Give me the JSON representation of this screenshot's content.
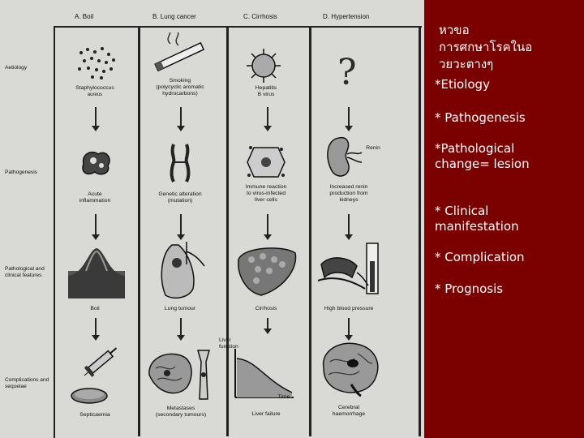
{
  "figure": {
    "columns": [
      "A. Boil",
      "B. Lung cancer",
      "C. Cirrhosis",
      "D. Hypertension"
    ],
    "rows": [
      "Aetiology",
      "Pathogenesis",
      "Pathological and clinical features",
      "Complications and sequelae"
    ],
    "question_mark": "?",
    "captions": {
      "staph": "Staphylococcus",
      "staph_sub": "aureus",
      "smoking": "Smoking\n(polycyclic aromatic\nhydrocarbons)",
      "hepatitis": "Hepatitis\nB virus",
      "renin": "Renin",
      "acute": "Acute\ninflammation",
      "genetic": "Genetic alteration\n(mutation)",
      "immune": "Immune reaction\nto virus-infected\nliver cells",
      "increased": "Increased renin\nproduction from\nkidneys",
      "boil": "Boil",
      "lung_tumour": "Lung tumour",
      "cirrhosis": "Cirrhosis",
      "hbp": "High blood pressure",
      "liver_function": "Liver\nfunction",
      "time": "Time",
      "septicaemia": "Septicaemia",
      "metastases": "Metastases\n(secondary tumours)",
      "liver_failure": "Liver failure",
      "cerebral": "Cerebral\nhaemorrhage"
    }
  },
  "panel": {
    "thai_title": "หวขอ\nการศกษาโรคในอ\nวยวะตางๆ",
    "items": [
      "*Etiology",
      "* Pathogenesis",
      "*Pathological\nchange= lesion",
      "* Clinical\nmanifestation",
      "*  Complication",
      "* Prognosis"
    ]
  },
  "colors": {
    "background": "#7b0000",
    "figure_bg": "#d9d9d6",
    "ink": "#222222"
  }
}
